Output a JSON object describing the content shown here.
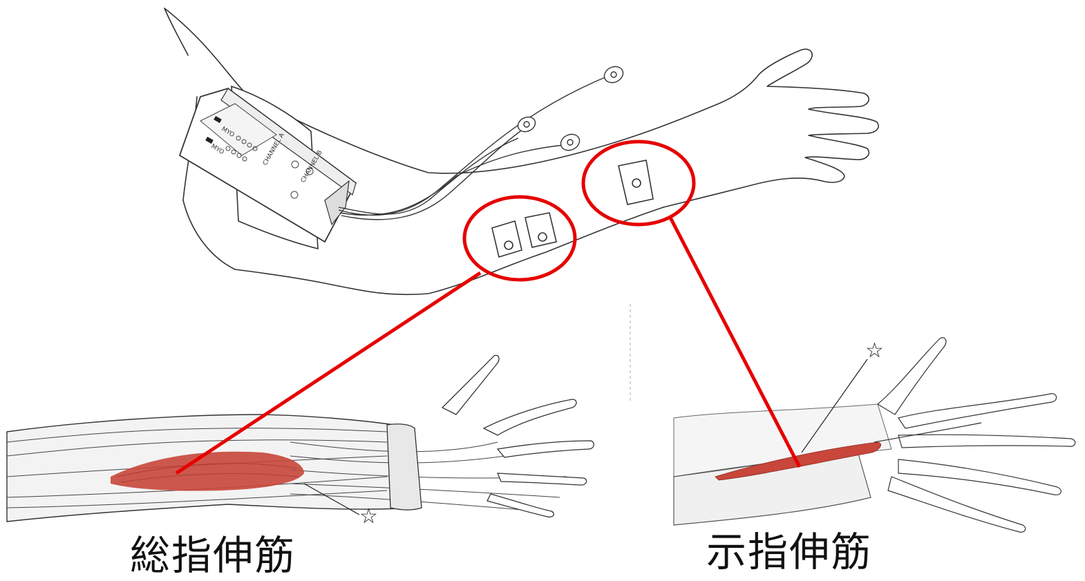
{
  "labels": {
    "left_muscle": "総指伸筋",
    "right_muscle": "示指伸筋",
    "star_marker": "☆"
  },
  "device": {
    "text_lines": [
      "MYO",
      "MYO",
      "CHANNEL A",
      "CHANNEL B"
    ]
  },
  "colors": {
    "highlight": "#e60000",
    "muscle": "#c8463a",
    "line_art": "#333333"
  },
  "icons": {
    "star": "star-outline-icon"
  }
}
